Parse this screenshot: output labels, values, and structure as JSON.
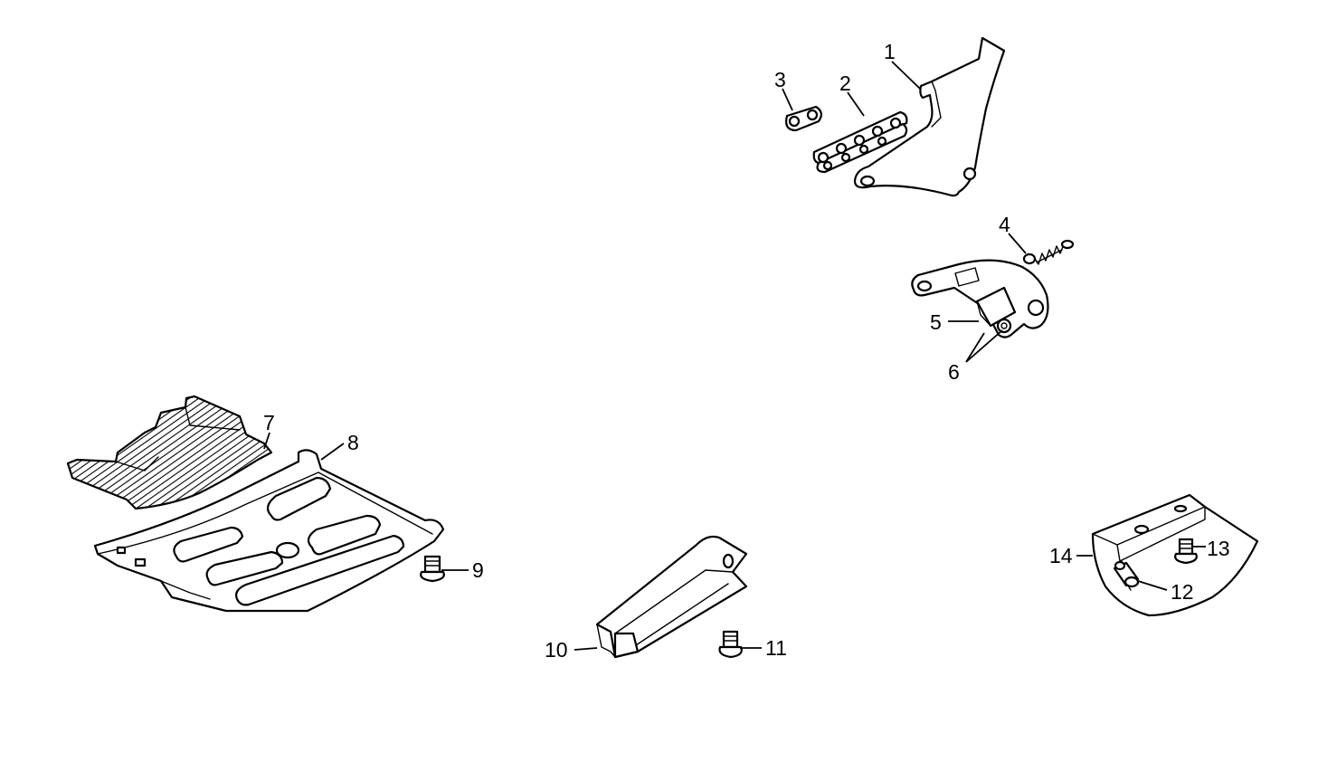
{
  "callouts": [
    {
      "id": "label-1",
      "text": "1"
    },
    {
      "id": "label-2",
      "text": "2"
    },
    {
      "id": "label-3",
      "text": "3"
    },
    {
      "id": "label-4",
      "text": "4"
    },
    {
      "id": "label-5",
      "text": "5"
    },
    {
      "id": "label-6",
      "text": "6"
    },
    {
      "id": "label-7",
      "text": "7"
    },
    {
      "id": "label-8",
      "text": "8"
    },
    {
      "id": "label-9",
      "text": "9"
    },
    {
      "id": "label-10",
      "text": "10"
    },
    {
      "id": "label-11",
      "text": "11"
    },
    {
      "id": "label-12",
      "text": "12"
    },
    {
      "id": "label-13",
      "text": "13"
    },
    {
      "id": "label-14",
      "text": "14"
    }
  ]
}
